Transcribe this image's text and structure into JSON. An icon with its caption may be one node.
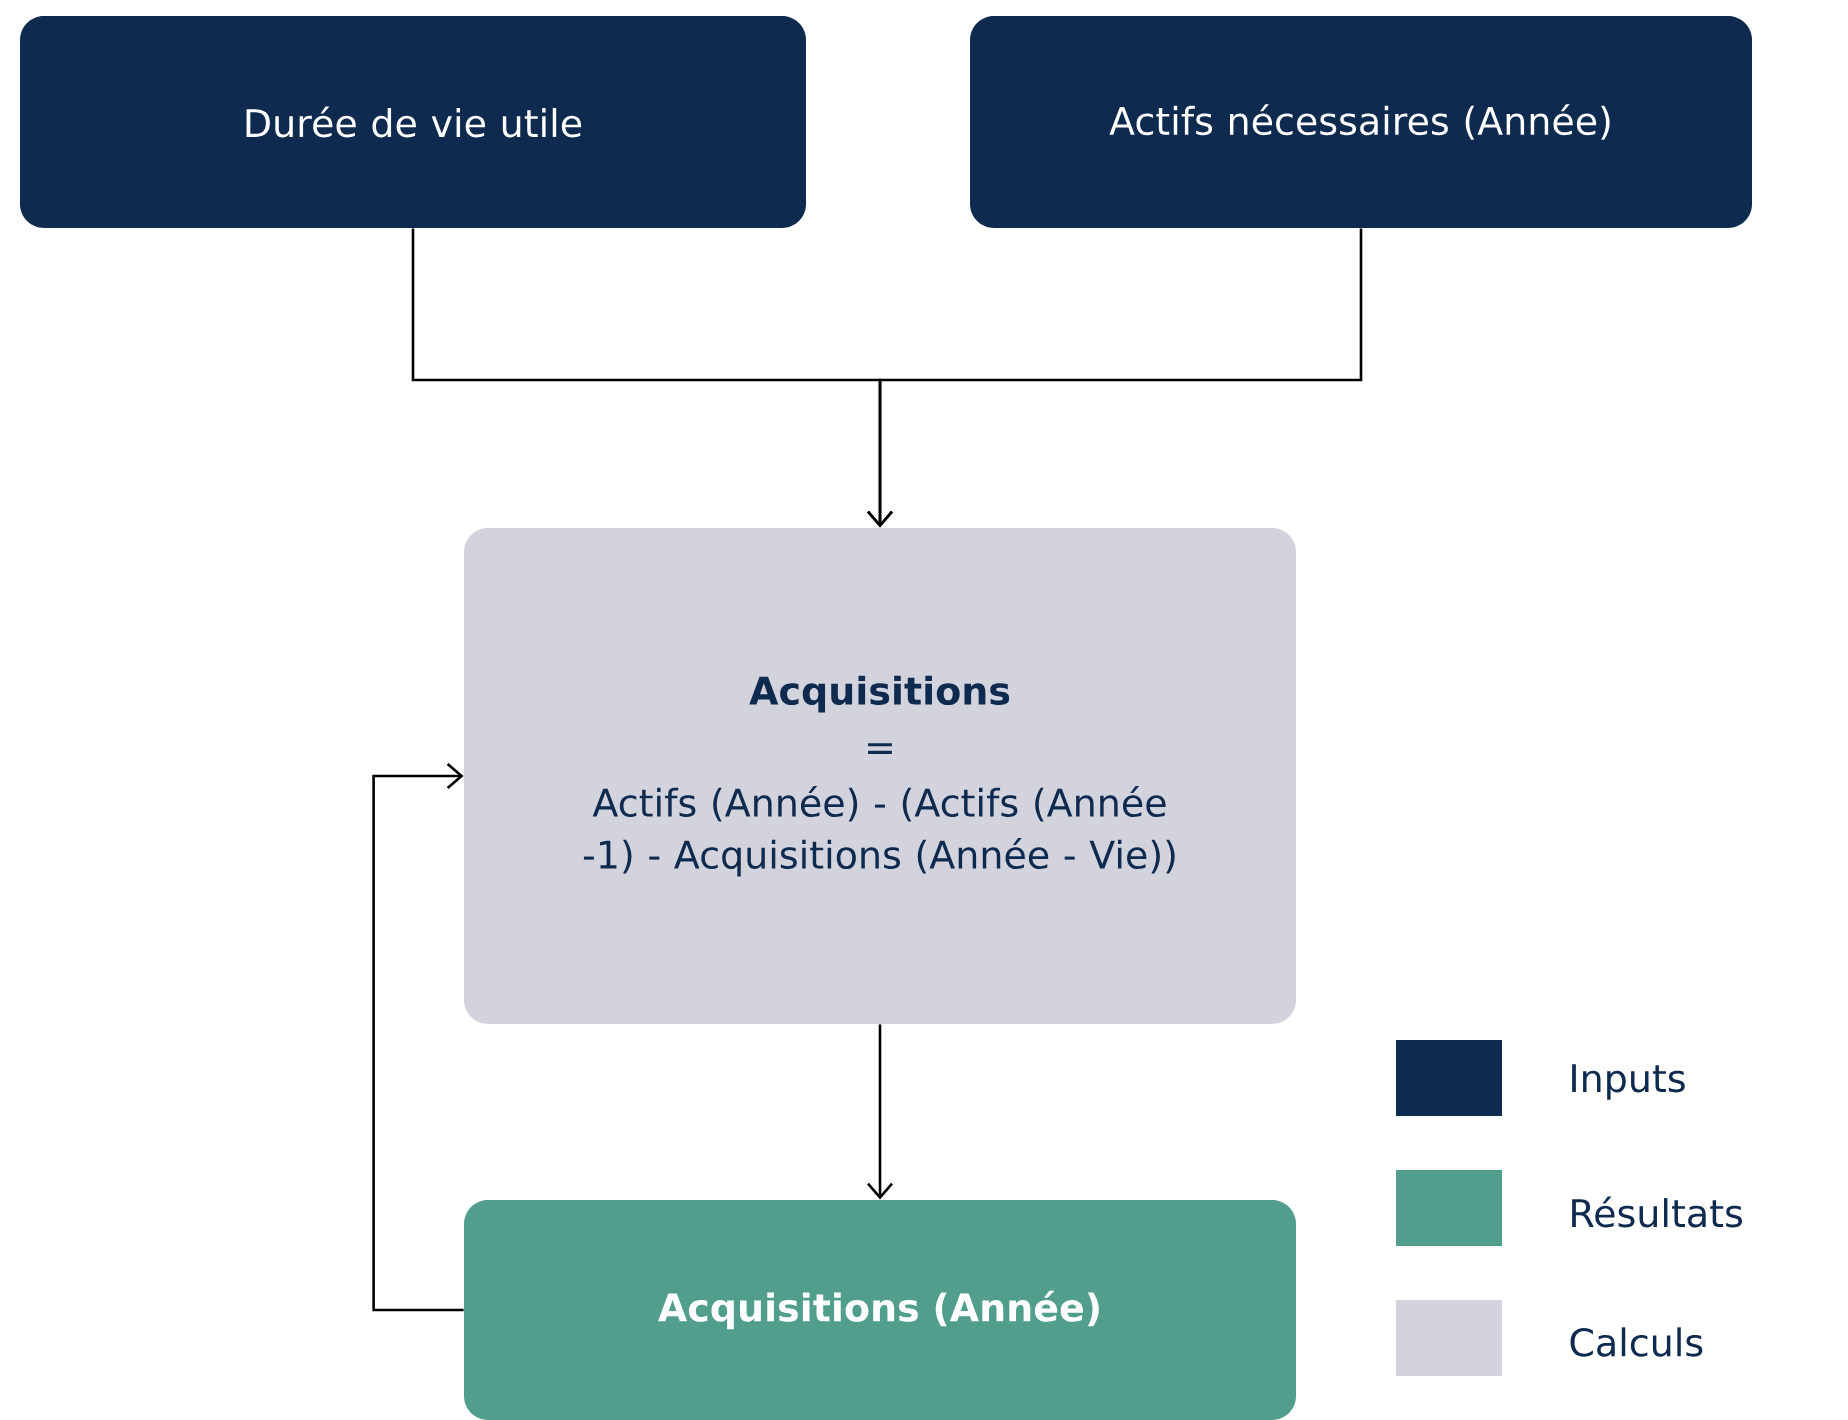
{
  "diagram": {
    "nodes": [
      {
        "text": [
          "Durée de vie utile"
        ]
      },
      {
        "text": [
          "Actifs nécessaires (Année)"
        ]
      },
      {
        "text": [
          "Acquisitions",
          "=",
          "Actifs (Année) - (Actifs (Année -1) - Acquisitions (Année - Vie))"
        ]
      },
      {
        "text": [
          "Acquisitions (Année)"
        ]
      }
    ],
    "edges": [
      {
        "from": 0,
        "to": 2,
        "arrow": "to"
      },
      {
        "from": 1,
        "to": 2,
        "arrow": "to"
      },
      {
        "from": 2,
        "to": 3,
        "arrow": "to"
      },
      {
        "from": 3,
        "to": 2,
        "arrow": "to"
      }
    ],
    "legend": [
      {
        "text": "Inputs",
        "color": "#0e2a4f"
      },
      {
        "text": "Résultats",
        "color": "#529e8c"
      },
      {
        "text": "Calculs",
        "color": "#d3d3de"
      }
    ]
  }
}
